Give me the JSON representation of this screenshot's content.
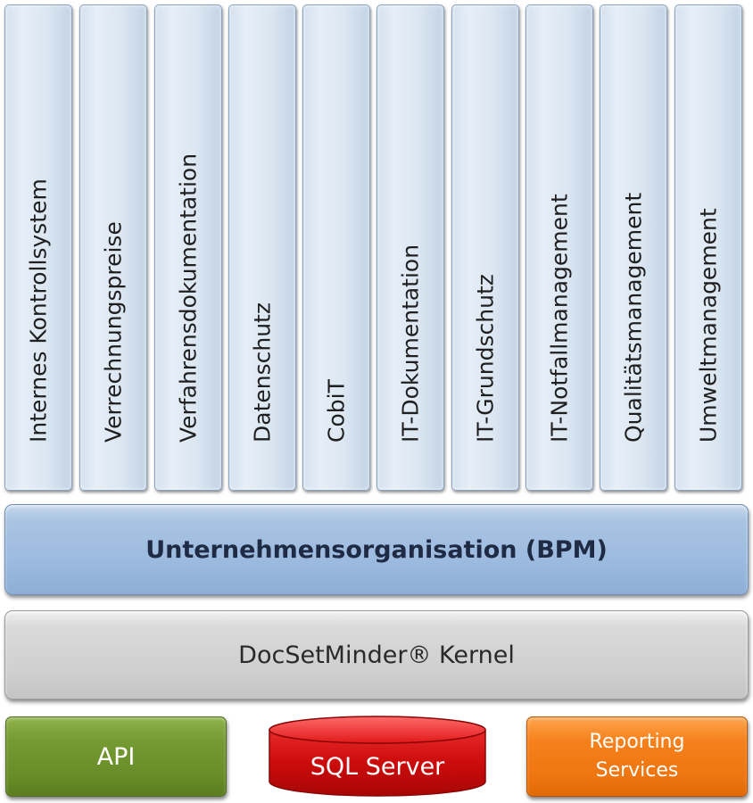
{
  "pillars": [
    {
      "label": "Internes Kontrollsystem"
    },
    {
      "label": "Verrechnungspreise"
    },
    {
      "label": "Verfahrensdokumentation"
    },
    {
      "label": "Datenschutz"
    },
    {
      "label": "CobiT"
    },
    {
      "label": "IT-Dokumentation"
    },
    {
      "label": "IT-Grundschutz"
    },
    {
      "label": "IT-Notfallmanagement"
    },
    {
      "label": "Qualitätsmanagement"
    },
    {
      "label": "Umweltmanagement"
    }
  ],
  "layers": {
    "bpm": {
      "label": "Unternehmensorganisation (BPM)"
    },
    "kernel": {
      "label": "DocSetMinder® Kernel"
    }
  },
  "foundation": {
    "api": {
      "label": "API"
    },
    "sql": {
      "label": "SQL Server"
    },
    "reporting": {
      "line1": "Reporting",
      "line2": "Services"
    }
  },
  "colors": {
    "pillar_fill": "#dce7f2",
    "bpm_fill": "#9dbbe0",
    "kernel_fill": "#d3d3d3",
    "api_fill": "#6f9230",
    "sql_fill": "#d10e0e",
    "reporting_fill": "#f07a14"
  }
}
